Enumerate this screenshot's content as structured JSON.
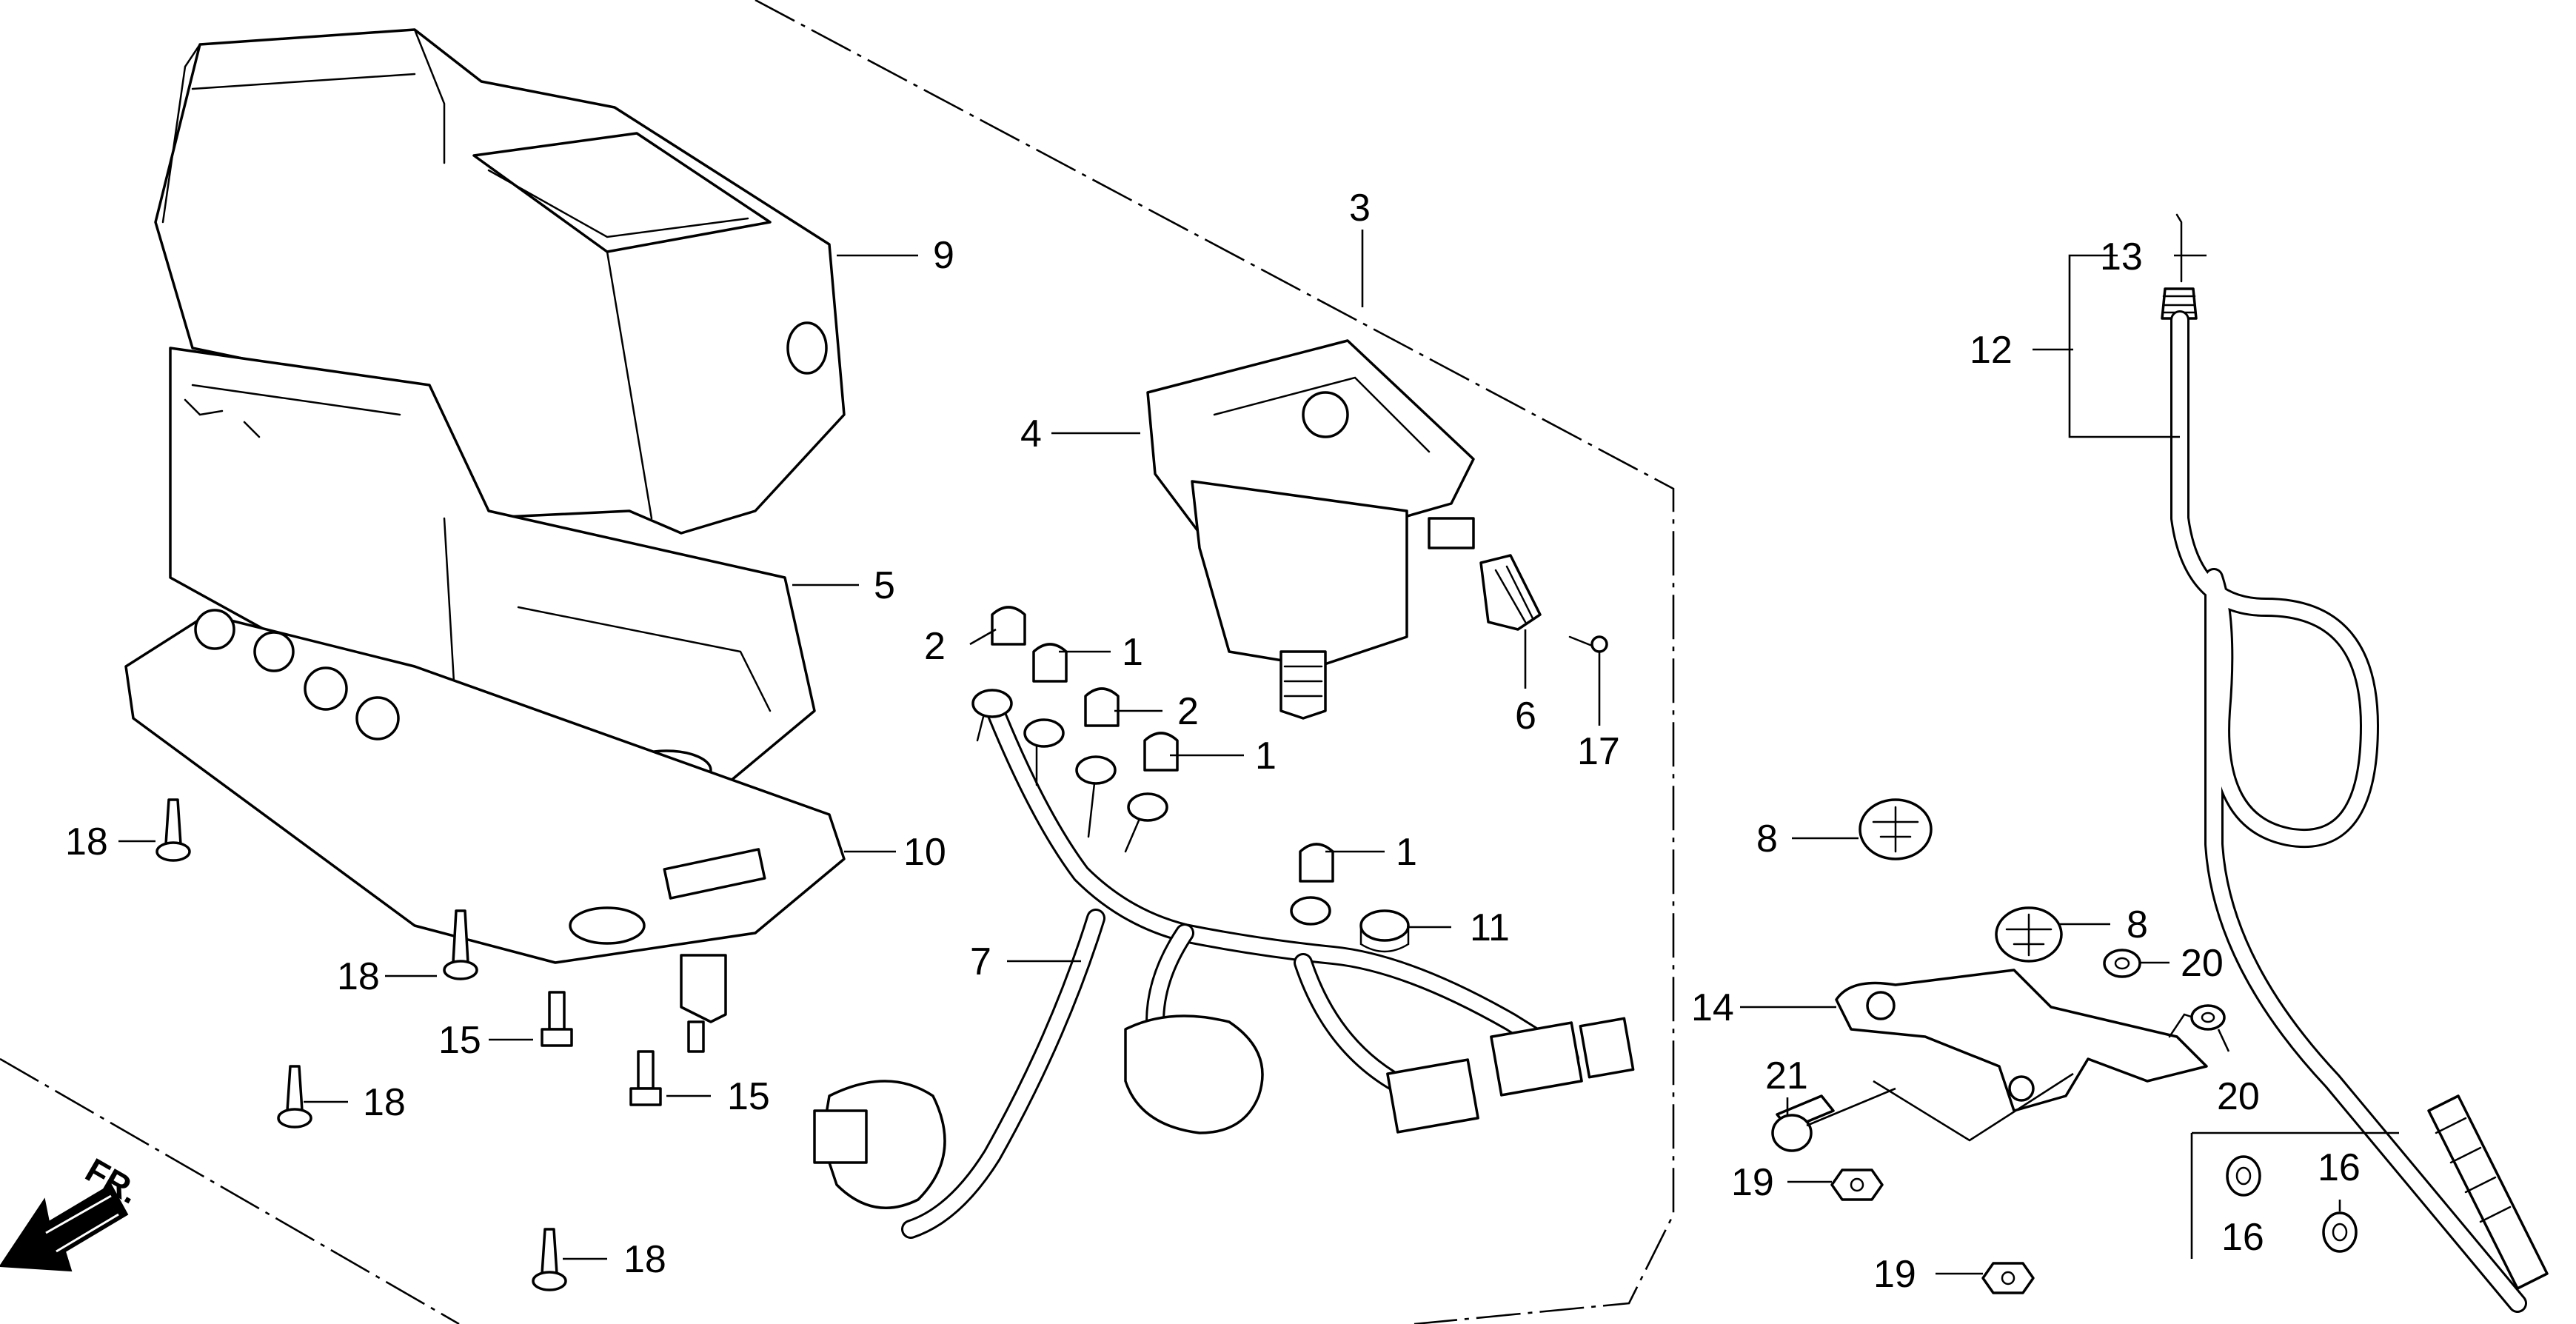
{
  "callouts": {
    "c1a": "1",
    "c1b": "1",
    "c1c": "1",
    "c2a": "2",
    "c2b": "2",
    "c3": "3",
    "c4": "4",
    "c5": "5",
    "c6": "6",
    "c7": "7",
    "c8a": "8",
    "c8b": "8",
    "c9": "9",
    "c10": "10",
    "c11": "11",
    "c12": "12",
    "c13": "13",
    "c14": "14",
    "c15a": "15",
    "c15b": "15",
    "c16a": "16",
    "c16b": "16",
    "c17": "17",
    "c18a": "18",
    "c18b": "18",
    "c18c": "18",
    "c18d": "18",
    "c19a": "19",
    "c19b": "19",
    "c20a": "20",
    "c20b": "20",
    "c21": "21"
  },
  "direction_label": "FR."
}
